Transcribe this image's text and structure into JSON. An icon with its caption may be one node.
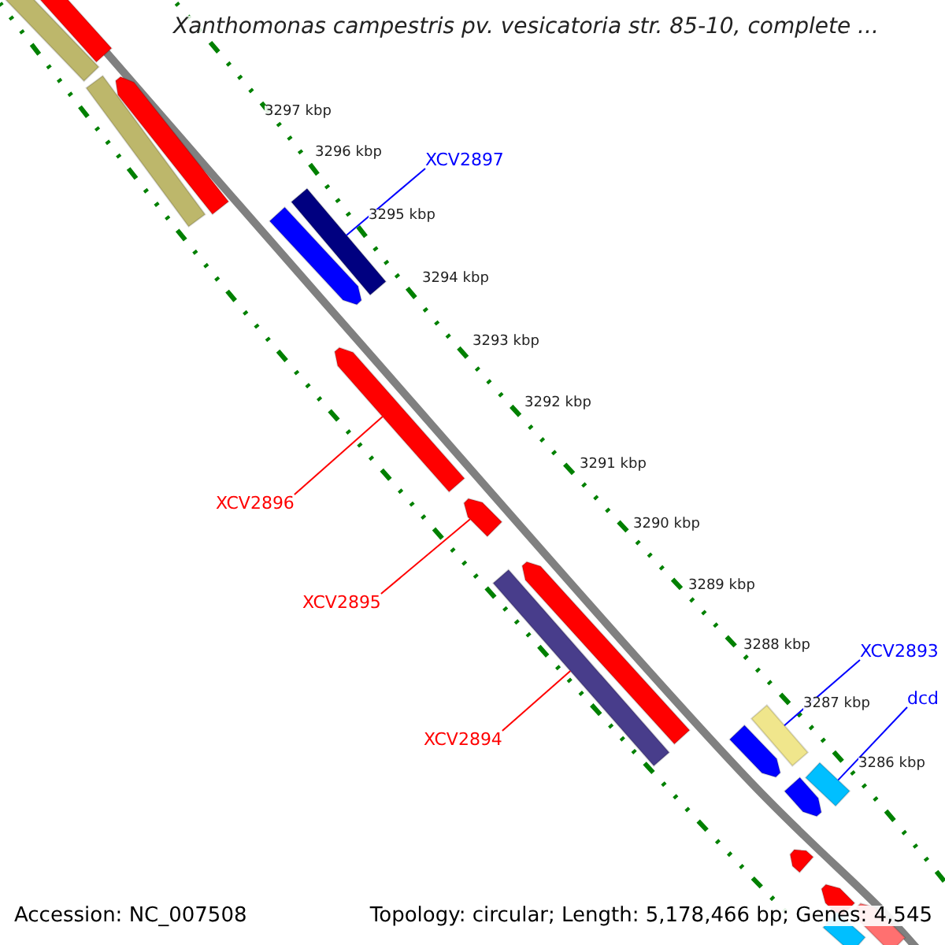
{
  "diagram": {
    "title": "Xanthomonas campestris pv. vesicatoria str. 85-10, complete ...",
    "nodes": [
      {
        "text": [
          "XCV2897"
        ]
      },
      {
        "text": [
          "XCV2896"
        ]
      },
      {
        "text": [
          "XCV2895"
        ]
      },
      {
        "text": [
          "XCV2894"
        ]
      },
      {
        "text": [
          "XCV2893"
        ]
      },
      {
        "text": [
          "dcd"
        ]
      },
      {
        "text": [],
        "shape": "bar"
      },
      {
        "text": [],
        "shape": "bar"
      },
      {
        "text": [],
        "shape": "bar"
      },
      {
        "text": [],
        "shape": "bar"
      },
      {
        "text": [],
        "shape": "bar"
      },
      {
        "text": [],
        "shape": "bar"
      },
      {
        "text": [],
        "shape": "bar"
      },
      {
        "text": [],
        "shape": "bar"
      },
      {
        "text": [],
        "shape": "bar"
      },
      {
        "text": [],
        "shape": "bar"
      },
      {
        "text": [],
        "shape": "bar"
      },
      {
        "text": [],
        "shape": "bar"
      },
      {
        "text": [],
        "shape": "bar"
      },
      {
        "text": [],
        "shape": "bar"
      },
      {
        "text": [],
        "shape": "bar"
      },
      {
        "text": [],
        "shape": "bar"
      },
      {
        "text": [],
        "shape": "bar"
      },
      {
        "text": [],
        "shape": "bar"
      }
    ],
    "edges": [
      {
        "from": 0,
        "to": 10,
        "arrow": "none",
        "color": "#0000ff"
      },
      {
        "from": 1,
        "to": 12,
        "arrow": "none",
        "color": "#ff0000"
      },
      {
        "from": 2,
        "to": 13,
        "arrow": "none",
        "color": "#ff0000"
      },
      {
        "from": 3,
        "to": 15,
        "arrow": "none",
        "color": "#ff0000"
      },
      {
        "from": 4,
        "to": 16,
        "arrow": "none",
        "color": "#0000ff"
      },
      {
        "from": 5,
        "to": 18,
        "arrow": "none",
        "color": "#0000ff"
      }
    ],
    "labels": [
      "3297 kbp",
      "3296 kbp",
      "3295 kbp",
      "3294 kbp",
      "3293 kbp",
      "3292 kbp",
      "3291 kbp",
      "3290 kbp",
      "3289 kbp",
      "3288 kbp",
      "3287 kbp",
      "3286 kbp",
      "Accession: NC_007508",
      "Topology: circular; Length: 5,178,466 bp; Genes: 4,545"
    ]
  }
}
